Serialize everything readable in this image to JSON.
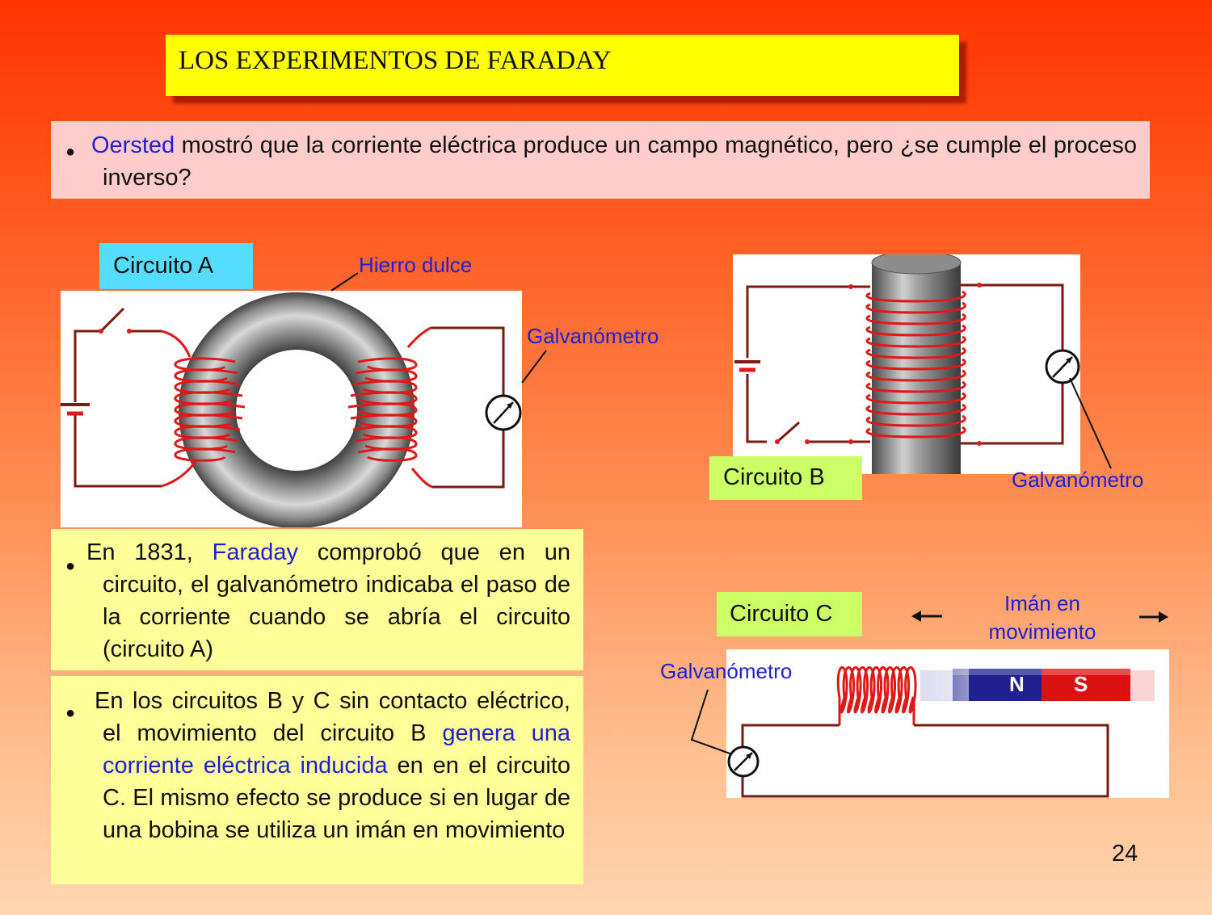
{
  "title": "LOS EXPERIMENTOS DE FARADAY",
  "intro": {
    "name": "Oersted",
    "text": "mostró que la corriente eléctrica produce un campo magnético, pero ¿se cumple el proceso inverso?"
  },
  "circuit_a": {
    "label": "Circuito A",
    "hierro_dulce": "Hierro dulce",
    "galvanometro": "Galvanómetro"
  },
  "circuit_b": {
    "label": "Circuito B",
    "galvanometro": "Galvanómetro"
  },
  "circuit_c": {
    "label": "Circuito C",
    "galvanometro": "Galvanómetro",
    "magnet_line1": "Imán en",
    "magnet_line2": "movimiento",
    "pole_n": "N",
    "pole_s": "S"
  },
  "para1": {
    "pre": "En 1831,",
    "name": "Faraday",
    "post": "comprobó que en un circuito, el galvanómetro indicaba el paso de la corriente cuando se abría el circuito (circuito A)"
  },
  "para2": {
    "pre": "En los circuitos B y C sin contacto eléctrico, el movimiento del circuito B",
    "highlight": "genera una corriente eléctrica inducida",
    "post": "en en el circuito C. El mismo efecto se produce si en lugar de una bobina se utiliza un imán en movimiento"
  },
  "page_number": "24",
  "colors": {
    "title_bg": "#ffff00",
    "intro_bg": "#ffcccc",
    "label_a_bg": "#55ddff",
    "label_bc_bg": "#ccff66",
    "text_blue": "#1f1fd6",
    "wire": "#7a1a10",
    "coil": "#e01818"
  }
}
